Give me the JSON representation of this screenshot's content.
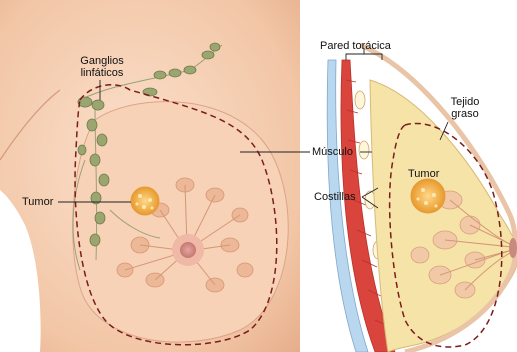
{
  "labels": {
    "ganglios": "Ganglios\nlinfáticos",
    "ganglios_line1": "Ganglios",
    "ganglios_line2": "linfáticos",
    "tumor_front": "Tumor",
    "musculo": "Músculo",
    "costillas": "Costillas",
    "pared_toracica": "Pared torácica",
    "tejido_line1": "Tejido",
    "tejido_line2": "graso",
    "tumor_side": "Tumor"
  },
  "colors": {
    "skin": "#f4c8a8",
    "skin_light": "#f9dcc4",
    "fat": "#f7e7a6",
    "muscle": "#d9443c",
    "rib": "#b9d7ef",
    "tumor": "#f3b14a",
    "node": "#8f9a68",
    "dashed": "#7a1d1d"
  }
}
